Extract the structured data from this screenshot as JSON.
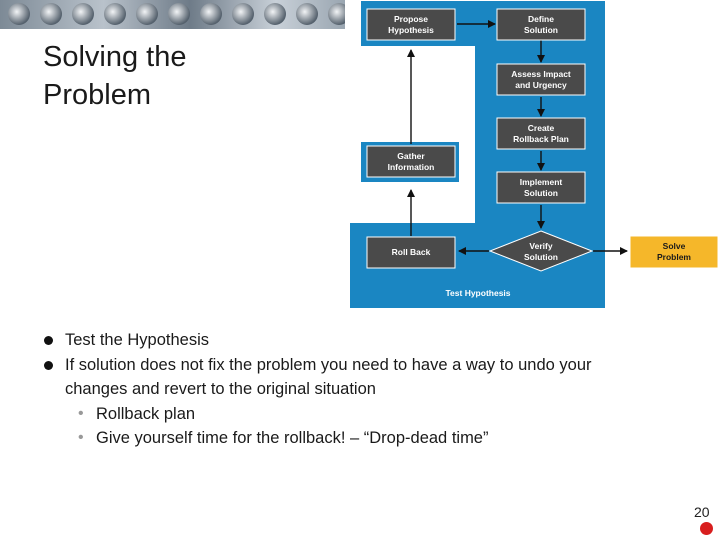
{
  "slide": {
    "title_line1": "Solving the",
    "title_line2": "Problem",
    "page_number": "20"
  },
  "diagram": {
    "nodes": {
      "propose_l1": "Propose",
      "propose_l2": "Hypothesis",
      "define_l1": "Define",
      "define_l2": "Solution",
      "assess_l1": "Assess Impact",
      "assess_l2": "and Urgency",
      "create_l1": "Create",
      "create_l2": "Rollback Plan",
      "gather_l1": "Gather",
      "gather_l2": "Information",
      "implement_l1": "Implement",
      "implement_l2": "Solution",
      "rollback": "Roll Back",
      "verify_l1": "Verify",
      "verify_l2": "Solution",
      "solve_l1": "Solve",
      "solve_l2": "Problem"
    },
    "region_label": "Test Hypothesis",
    "colors": {
      "panel": "#1a86c2",
      "node": "#4a4a4a",
      "highlight": "#f5b72a"
    }
  },
  "bullets": {
    "b1": "Test the Hypothesis",
    "b2_l1": "If solution does not fix the problem you need to have a way to undo your",
    "b2_l2": "changes and revert to the original situation",
    "sub1": "Rollback plan",
    "sub2": "Give yourself time for the rollback! – “Drop-dead time”"
  }
}
